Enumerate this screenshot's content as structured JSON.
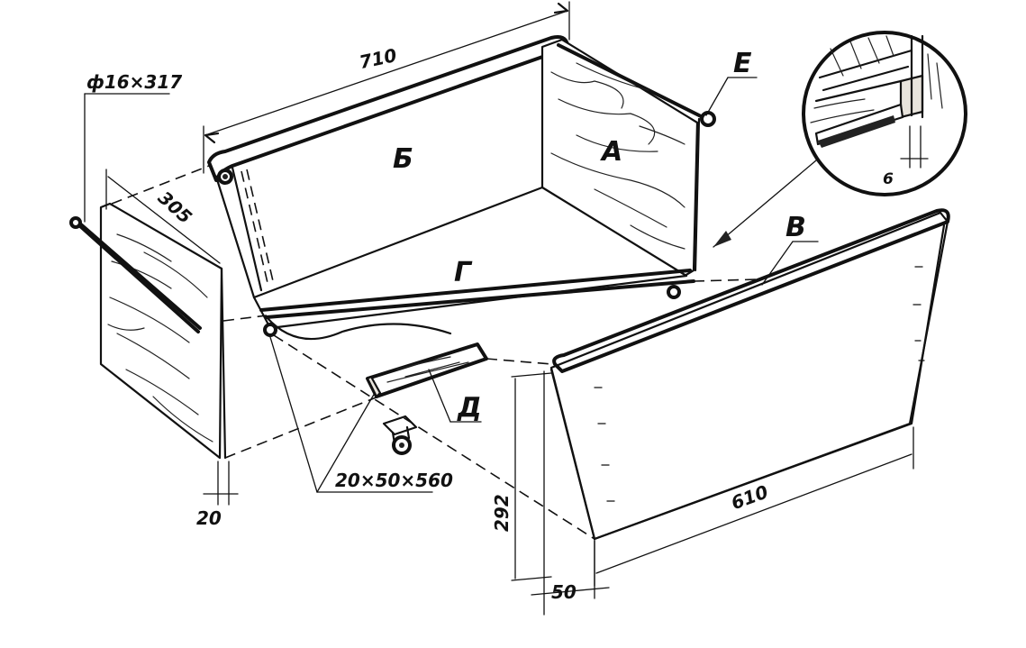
{
  "labels": {
    "panel_a": "А",
    "panel_b": "Б",
    "panel_v": "В",
    "panel_g": "Г",
    "part_d": "Д",
    "part_e": "Е"
  },
  "dimensions": {
    "length_top": "710",
    "depth": "305",
    "rod": "ф16×317",
    "thickness_20": "20",
    "beam": "20×50×560",
    "length_front": "610",
    "height": "292",
    "offset_50": "50",
    "detail_6": "6"
  }
}
